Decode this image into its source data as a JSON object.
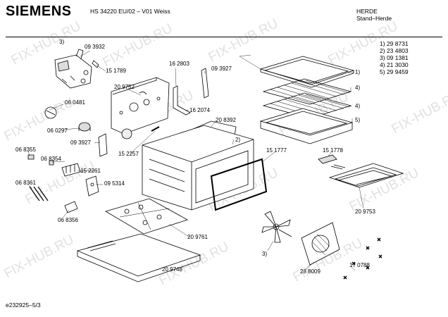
{
  "header": {
    "brand": "SIEMENS",
    "model": "HS 34220 EU/02 – V01 Weiss",
    "category": "HERDE",
    "subcategory": "Stand–Herde"
  },
  "legend": [
    {
      "marker": "1)",
      "part": "29 8731"
    },
    {
      "marker": "2)",
      "part": "23 4803"
    },
    {
      "marker": "3)",
      "part": "09 1381"
    },
    {
      "marker": "4)",
      "part": "21 3030"
    },
    {
      "marker": "5)",
      "part": "29 9459"
    }
  ],
  "part_labels": {
    "p093932": "09 3932",
    "p151789": "15 1789",
    "p162803": "16 2803",
    "p093927a": "09 3927",
    "p209752": "20 9752",
    "p060481": "06 0481",
    "p060297": "06 0297",
    "p162074": "16 2074",
    "p208392": "20 8392",
    "p093927b": "09 3927",
    "p152257": "15 2257",
    "p068355": "06 8355",
    "p068354": "06 8354",
    "p152261": "15 2261",
    "p068361": "06 8361",
    "p095314": "09 5314",
    "p068356": "06 8356",
    "p151777": "15 1777",
    "p151778": "15 1778",
    "p209753": "20 9753",
    "p209761": "20 9761",
    "p209748": "20 9748",
    "p288009": "28 8009",
    "p170788": "17 0788"
  },
  "markers": {
    "m3_top": "3)",
    "m1": "1)",
    "m4a": "4)",
    "m4b": "4)",
    "m5": "5)",
    "m2": "2)",
    "m3_fan": "3)"
  },
  "watermark": "FIX-HUB.RU",
  "doc_id": "e232925–5/3"
}
